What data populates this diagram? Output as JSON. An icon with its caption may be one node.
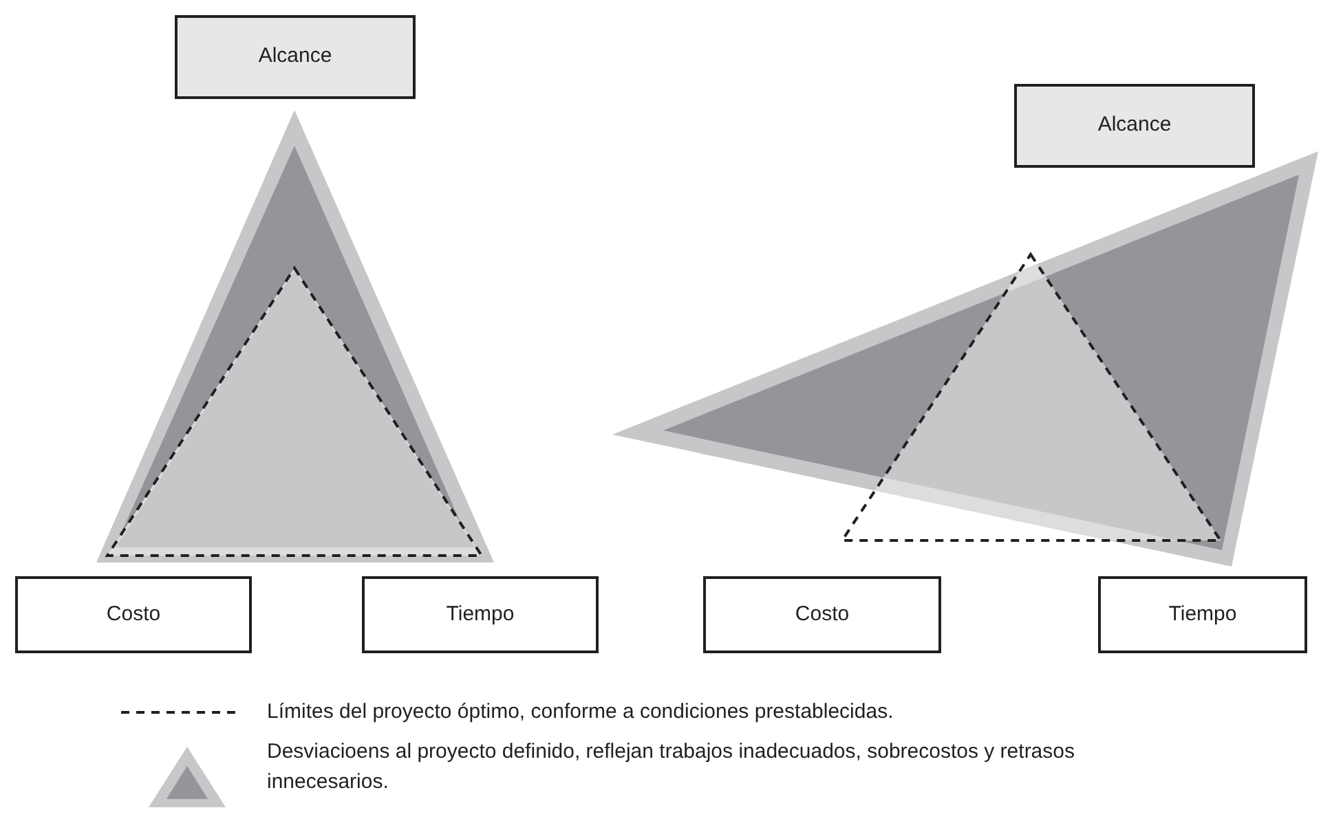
{
  "diagram": {
    "nodes": [
      {
        "text": [
          "Alcance"
        ]
      },
      {
        "text": [
          "Alcance"
        ]
      },
      {
        "text": [
          "Costo"
        ]
      },
      {
        "text": [
          "Tiempo"
        ]
      },
      {
        "text": [
          "Costo"
        ]
      },
      {
        "text": [
          "Tiempo"
        ]
      }
    ],
    "legend": [
      {
        "text": "Límites del proyecto óptimo, conforme a condiciones prestablecidas."
      },
      {
        "text": "Desviacioens al proyecto definido, reflejan trabajos inadecuados, sobrecostos y retrasos innecesarios."
      }
    ]
  }
}
